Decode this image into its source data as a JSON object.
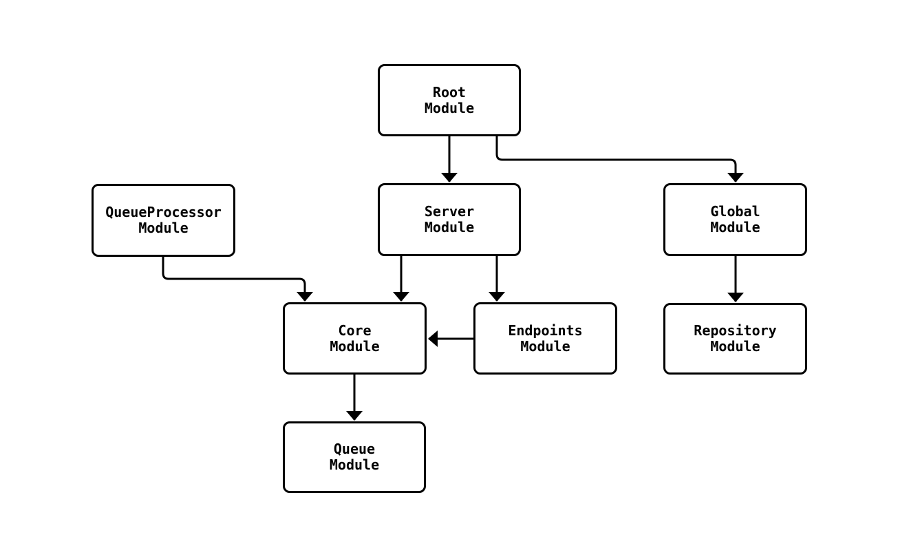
{
  "diagram": {
    "type": "flowchart",
    "background_color": "#ffffff",
    "node_border_color": "#000000",
    "node_fill_color": "#ffffff",
    "edge_color": "#000000",
    "nodes": {
      "root": {
        "label": "Root\nModule"
      },
      "queue_processor": {
        "label": "QueueProcessor\nModule"
      },
      "server": {
        "label": "Server\nModule"
      },
      "global": {
        "label": "Global\nModule"
      },
      "core": {
        "label": "Core\nModule"
      },
      "endpoints": {
        "label": "Endpoints\nModule"
      },
      "repository": {
        "label": "Repository\nModule"
      },
      "queue": {
        "label": "Queue\nModule"
      }
    },
    "edges": [
      {
        "from": "Root Module",
        "to": "Server Module"
      },
      {
        "from": "Root Module",
        "to": "Global Module"
      },
      {
        "from": "QueueProcessor Module",
        "to": "Core Module"
      },
      {
        "from": "Server Module",
        "to": "Core Module"
      },
      {
        "from": "Server Module",
        "to": "Endpoints Module"
      },
      {
        "from": "Endpoints Module",
        "to": "Core Module"
      },
      {
        "from": "Global Module",
        "to": "Repository Module"
      },
      {
        "from": "Core Module",
        "to": "Queue Module"
      }
    ]
  }
}
